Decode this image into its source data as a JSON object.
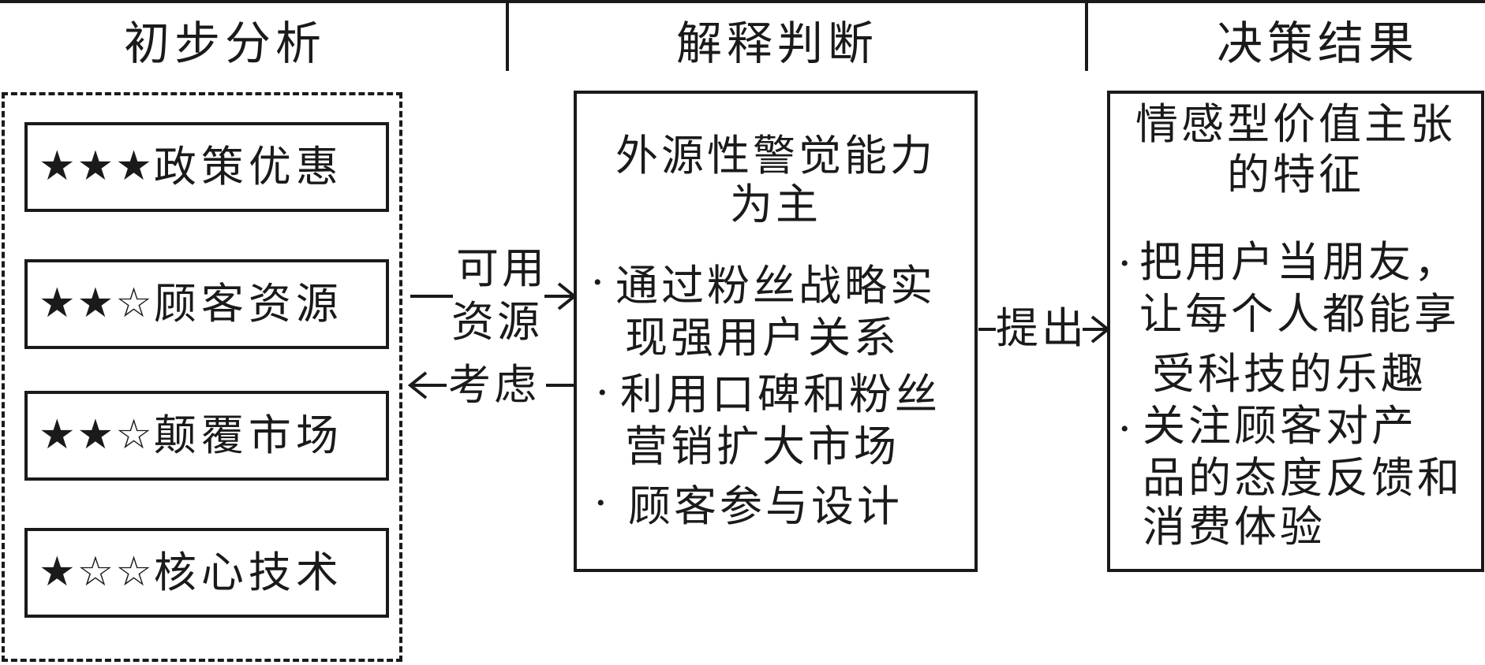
{
  "header": {
    "columns": [
      "初步分析",
      "解释判断",
      "决策结果"
    ]
  },
  "analysis": {
    "items": [
      {
        "stars": "★★★",
        "label": "政策优惠"
      },
      {
        "stars": "★★☆",
        "label": "顾客资源"
      },
      {
        "stars": "★★☆",
        "label": "颠覆市场"
      },
      {
        "stars": "★☆☆",
        "label": "核心技术"
      }
    ]
  },
  "arrows": {
    "forward_label_line1": "可用",
    "forward_label_line2": "资源",
    "backward_label": "考虑",
    "propose_label": "提出"
  },
  "judgment": {
    "title_line1": "外源性警觉能力",
    "title_line2": "为主",
    "bullets": [
      {
        "line1": "通过粉丝战略实",
        "line2": "现强用户关系"
      },
      {
        "line1": "利用口碑和粉丝",
        "line2": "营销扩大市场"
      },
      {
        "line1": "顾客参与设计",
        "line2": ""
      }
    ]
  },
  "decision": {
    "title_line1": "情感型价值主张",
    "title_line2": "的特征",
    "bullets": [
      {
        "line1": "把用户当朋友，",
        "line2": "让每个人都能享",
        "line3": "受科技的乐趣"
      },
      {
        "line1": "关注顾客对产",
        "line2": "品的态度反馈和",
        "line3": "消费体验"
      }
    ]
  }
}
